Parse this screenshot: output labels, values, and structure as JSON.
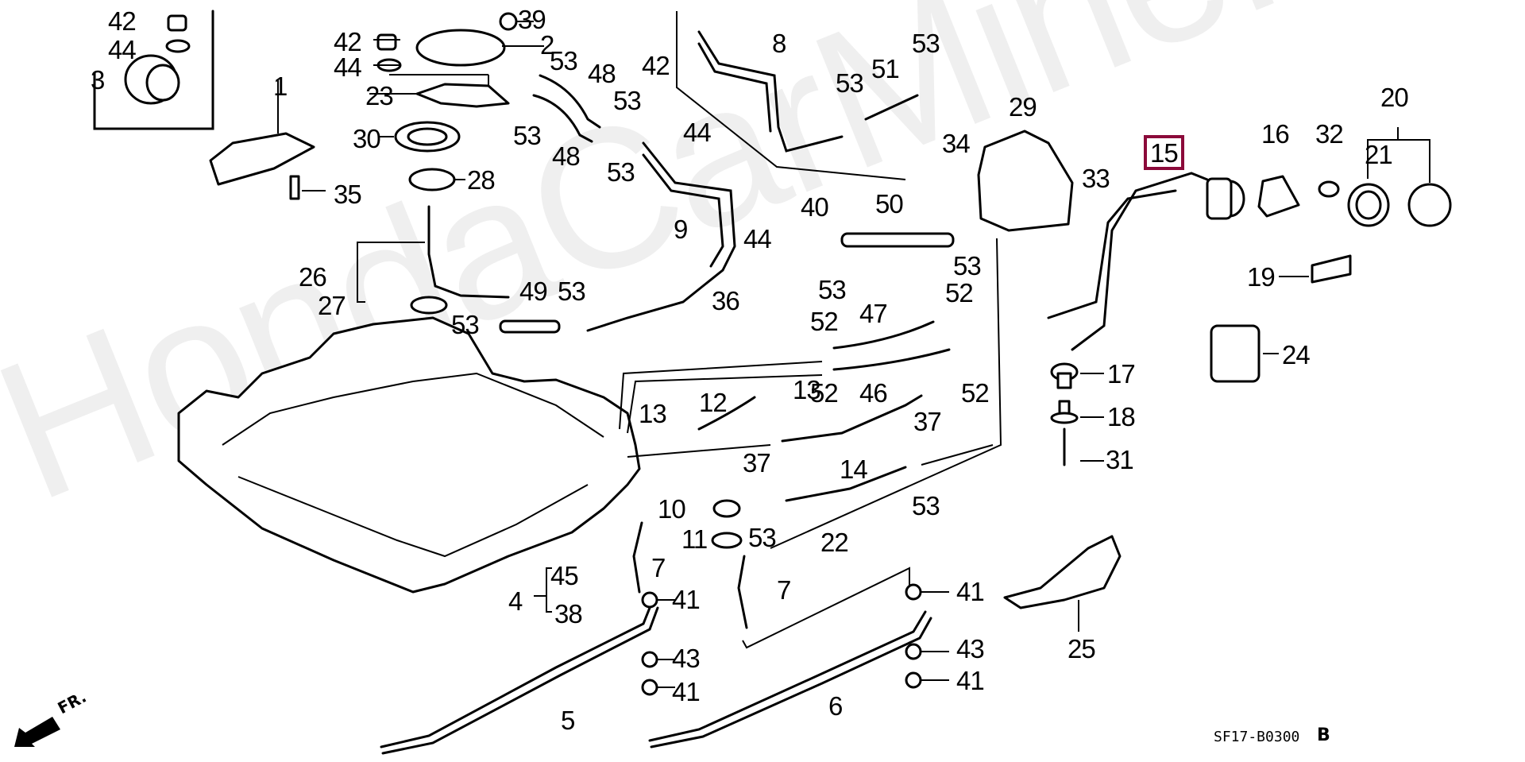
{
  "diagram": {
    "title": "Fuel Tank Assembly Parts Diagram",
    "diagram_code": "SF17-B0300",
    "revision": "B",
    "orientation_label": "FR.",
    "watermark": "HondaCarMine.ru",
    "highlight_color": "#8b0a3a",
    "highlighted_part": "15",
    "callouts": [
      {
        "id": "c1",
        "label": "42",
        "part": "nut"
      },
      {
        "id": "c2",
        "label": "44",
        "part": "washer"
      },
      {
        "id": "c3",
        "label": "3",
        "part": "canister"
      },
      {
        "id": "c4",
        "label": "1",
        "part": "canister cover"
      },
      {
        "id": "c5",
        "label": "35",
        "part": "bolt"
      },
      {
        "id": "c6",
        "label": "42",
        "part": "nut"
      },
      {
        "id": "c7",
        "label": "44",
        "part": "washer"
      },
      {
        "id": "c8",
        "label": "39",
        "part": "bolt"
      },
      {
        "id": "c9",
        "label": "2",
        "part": "valve"
      },
      {
        "id": "c10",
        "label": "23",
        "part": "bracket"
      },
      {
        "id": "c11",
        "label": "53",
        "part": "clip"
      },
      {
        "id": "c12",
        "label": "53",
        "part": "clip"
      },
      {
        "id": "c13",
        "label": "48",
        "part": "hose"
      },
      {
        "id": "c14",
        "label": "48",
        "part": "hose"
      },
      {
        "id": "c15",
        "label": "30",
        "part": "gasket"
      },
      {
        "id": "c16",
        "label": "28",
        "part": "cap"
      },
      {
        "id": "c17",
        "label": "26",
        "part": "fuel gauge unit"
      },
      {
        "id": "c18",
        "label": "27",
        "part": "packing"
      },
      {
        "id": "c19",
        "label": "53",
        "part": "clip"
      },
      {
        "id": "c20",
        "label": "49",
        "part": "hose"
      },
      {
        "id": "c21",
        "label": "53",
        "part": "clip"
      },
      {
        "id": "c22",
        "label": "42",
        "part": "nut"
      },
      {
        "id": "c23",
        "label": "44",
        "part": "washer"
      },
      {
        "id": "c24",
        "label": "53",
        "part": "clip"
      },
      {
        "id": "c25",
        "label": "53",
        "part": "clip"
      },
      {
        "id": "c26",
        "label": "9",
        "part": "pipe"
      },
      {
        "id": "c27",
        "label": "8",
        "part": "pipe"
      },
      {
        "id": "c28",
        "label": "53",
        "part": "clip"
      },
      {
        "id": "c29",
        "label": "51",
        "part": "hose"
      },
      {
        "id": "c30",
        "label": "53",
        "part": "clip"
      },
      {
        "id": "c31",
        "label": "40",
        "part": "screw"
      },
      {
        "id": "c32",
        "label": "44",
        "part": "washer"
      },
      {
        "id": "c33",
        "label": "36",
        "part": "clip"
      },
      {
        "id": "c34",
        "label": "50",
        "part": "hose"
      },
      {
        "id": "c35",
        "label": "53",
        "part": "clip"
      },
      {
        "id": "c36",
        "label": "53",
        "part": "clip"
      },
      {
        "id": "c37",
        "label": "29",
        "part": "shield"
      },
      {
        "id": "c38",
        "label": "34",
        "part": "nut"
      },
      {
        "id": "c39",
        "label": "33",
        "part": "grommet"
      },
      {
        "id": "c40",
        "label": "15",
        "part": "filler neck"
      },
      {
        "id": "c41",
        "label": "16",
        "part": "gasket"
      },
      {
        "id": "c42",
        "label": "32",
        "part": "nut"
      },
      {
        "id": "c43",
        "label": "20",
        "part": "fuel cap"
      },
      {
        "id": "c44",
        "label": "21",
        "part": "gasket"
      },
      {
        "id": "c45",
        "label": "19",
        "part": "label"
      },
      {
        "id": "c46",
        "label": "24",
        "part": "cover"
      },
      {
        "id": "c47",
        "label": "17",
        "part": "grommet"
      },
      {
        "id": "c48",
        "label": "18",
        "part": "collar"
      },
      {
        "id": "c49",
        "label": "31",
        "part": "bolt"
      },
      {
        "id": "c50",
        "label": "52",
        "part": "clip"
      },
      {
        "id": "c51",
        "label": "52",
        "part": "clip"
      },
      {
        "id": "c52",
        "label": "52",
        "part": "clip"
      },
      {
        "id": "c53",
        "label": "52",
        "part": "clip"
      },
      {
        "id": "c54",
        "label": "47",
        "part": "hose"
      },
      {
        "id": "c55",
        "label": "46",
        "part": "hose"
      },
      {
        "id": "c56",
        "label": "13",
        "part": "clamp"
      },
      {
        "id": "c57",
        "label": "13",
        "part": "clamp"
      },
      {
        "id": "c58",
        "label": "12",
        "part": "hose"
      },
      {
        "id": "c59",
        "label": "37",
        "part": "clamp"
      },
      {
        "id": "c60",
        "label": "37",
        "part": "clamp"
      },
      {
        "id": "c61",
        "label": "14",
        "part": "hose"
      },
      {
        "id": "c62",
        "label": "53",
        "part": "clip"
      },
      {
        "id": "c63",
        "label": "10",
        "part": "valve"
      },
      {
        "id": "c64",
        "label": "53",
        "part": "clip"
      },
      {
        "id": "c65",
        "label": "22",
        "part": "hose"
      },
      {
        "id": "c66",
        "label": "11",
        "part": "packing"
      },
      {
        "id": "c67",
        "label": "7",
        "part": "bolt"
      },
      {
        "id": "c68",
        "label": "7",
        "part": "bolt"
      },
      {
        "id": "c69",
        "label": "45",
        "part": "grommet"
      },
      {
        "id": "c70",
        "label": "4",
        "part": "fuel tank"
      },
      {
        "id": "c71",
        "label": "38",
        "part": "drain bolt"
      },
      {
        "id": "c72",
        "label": "41",
        "part": "nut"
      },
      {
        "id": "c73",
        "label": "43",
        "part": "washer"
      },
      {
        "id": "c74",
        "label": "41",
        "part": "nut"
      },
      {
        "id": "c75",
        "label": "5",
        "part": "strap"
      },
      {
        "id": "c76",
        "label": "41",
        "part": "nut"
      },
      {
        "id": "c77",
        "label": "43",
        "part": "washer"
      },
      {
        "id": "c78",
        "label": "41",
        "part": "nut"
      },
      {
        "id": "c79",
        "label": "6",
        "part": "strap"
      },
      {
        "id": "c80",
        "label": "25",
        "part": "protector"
      }
    ]
  }
}
